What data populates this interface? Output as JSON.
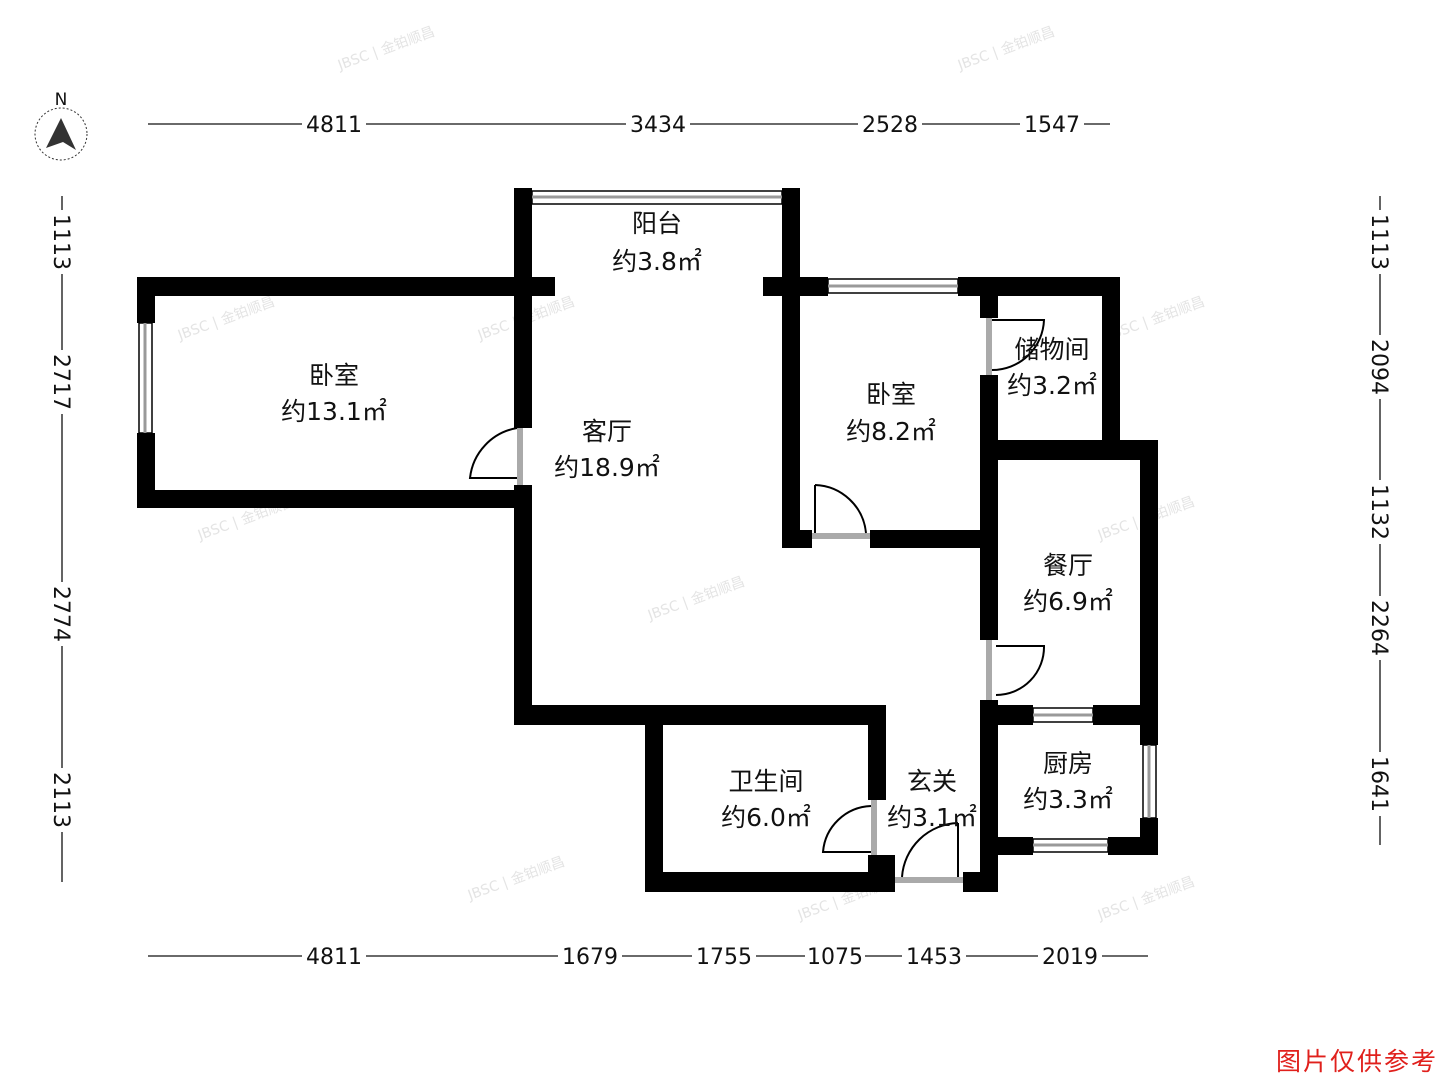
{
  "compass": {
    "label": "N",
    "icon": "north-arrow-icon"
  },
  "rooms": [
    {
      "name": "阳台",
      "area": "约3.8㎡"
    },
    {
      "name": "卧室",
      "area": "约13.1㎡"
    },
    {
      "name": "客厅",
      "area": "约18.9㎡"
    },
    {
      "name": "卧室",
      "area": "约8.2㎡"
    },
    {
      "name": "储物间",
      "area": "约3.2㎡"
    },
    {
      "name": "餐厅",
      "area": "约6.9㎡"
    },
    {
      "name": "卫生间",
      "area": "约6.0㎡"
    },
    {
      "name": "玄关",
      "area": "约3.1㎡"
    },
    {
      "name": "厨房",
      "area": "约3.3㎡"
    }
  ],
  "dimensions": {
    "top": [
      "4811",
      "3434",
      "2528",
      "1547"
    ],
    "bottom": [
      "4811",
      "1679",
      "1755",
      "1075",
      "1453",
      "2019"
    ],
    "left": [
      "1113",
      "2717",
      "2774",
      "2113"
    ],
    "right": [
      "1113",
      "2094",
      "1132",
      "2264",
      "1641"
    ]
  },
  "watermark": "JBSC | 金铂顺昌",
  "disclaimer": "图片仅供参考",
  "colors": {
    "wall": "#000000",
    "door_window": "#a0a0a0",
    "disclaimer": "#e0201c"
  }
}
